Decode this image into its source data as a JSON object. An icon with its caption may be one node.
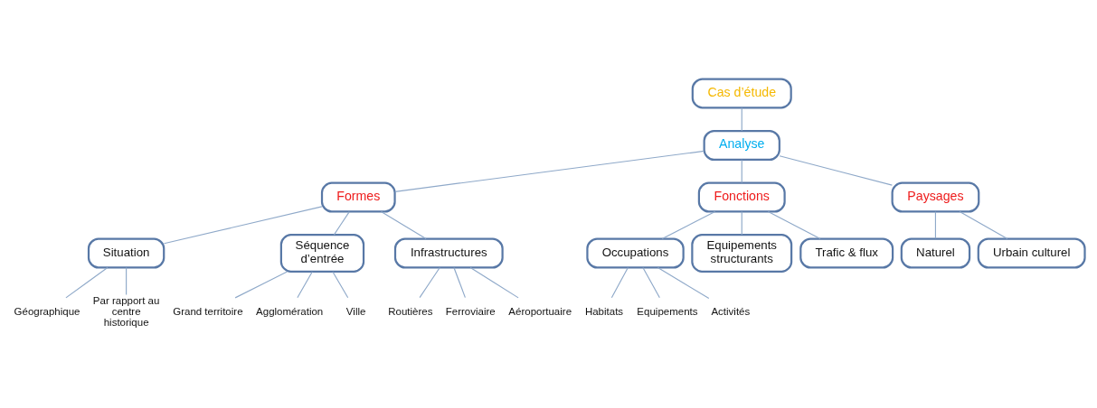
{
  "diagram": {
    "nodes": [
      {
        "text": [
          "Cas d’étude"
        ]
      },
      {
        "text": [
          "Analyse"
        ]
      },
      {
        "text": [
          "Formes"
        ]
      },
      {
        "text": [
          "Fonctions"
        ]
      },
      {
        "text": [
          "Paysages"
        ]
      },
      {
        "text": [
          "Situation"
        ]
      },
      {
        "text": [
          "Séquence d’entrée"
        ]
      },
      {
        "text": [
          "Infrastructures"
        ]
      },
      {
        "text": [
          "Occupations"
        ]
      },
      {
        "text": [
          "Equipements structurants"
        ]
      },
      {
        "text": [
          "Trafic & flux"
        ]
      },
      {
        "text": [
          "Naturel"
        ]
      },
      {
        "text": [
          "Urbain culturel"
        ]
      },
      {
        "text": [
          "Géographique"
        ]
      },
      {
        "text": [
          "Par rapport au centre historique"
        ]
      },
      {
        "text": [
          "Grand territoire"
        ]
      },
      {
        "text": [
          "Agglomération"
        ]
      },
      {
        "text": [
          "Ville"
        ]
      },
      {
        "text": [
          "Routières"
        ]
      },
      {
        "text": [
          "Ferroviaire"
        ]
      },
      {
        "text": [
          "Aéroportuaire"
        ]
      },
      {
        "text": [
          "Habitats"
        ]
      },
      {
        "text": [
          "Equipements"
        ]
      },
      {
        "text": [
          "Activités"
        ]
      }
    ],
    "edges": [
      {
        "from": 0,
        "to": 1,
        "arrow": "none"
      },
      {
        "from": 1,
        "to": 2,
        "arrow": "none"
      },
      {
        "from": 1,
        "to": 3,
        "arrow": "none"
      },
      {
        "from": 1,
        "to": 4,
        "arrow": "none"
      },
      {
        "from": 2,
        "to": 5,
        "arrow": "none"
      },
      {
        "from": 2,
        "to": 6,
        "arrow": "none"
      },
      {
        "from": 2,
        "to": 7,
        "arrow": "none"
      },
      {
        "from": 3,
        "to": 8,
        "arrow": "none"
      },
      {
        "from": 3,
        "to": 9,
        "arrow": "none"
      },
      {
        "from": 3,
        "to": 10,
        "arrow": "none"
      },
      {
        "from": 4,
        "to": 11,
        "arrow": "none"
      },
      {
        "from": 4,
        "to": 12,
        "arrow": "none"
      },
      {
        "from": 5,
        "to": 13,
        "arrow": "none"
      },
      {
        "from": 5,
        "to": 14,
        "arrow": "none"
      },
      {
        "from": 6,
        "to": 15,
        "arrow": "none"
      },
      {
        "from": 6,
        "to": 16,
        "arrow": "none"
      },
      {
        "from": 6,
        "to": 17,
        "arrow": "none"
      },
      {
        "from": 7,
        "to": 18,
        "arrow": "none"
      },
      {
        "from": 7,
        "to": 19,
        "arrow": "none"
      },
      {
        "from": 7,
        "to": 20,
        "arrow": "none"
      },
      {
        "from": 8,
        "to": 21,
        "arrow": "none"
      },
      {
        "from": 8,
        "to": 22,
        "arrow": "none"
      },
      {
        "from": 8,
        "to": 23,
        "arrow": "none"
      }
    ]
  }
}
